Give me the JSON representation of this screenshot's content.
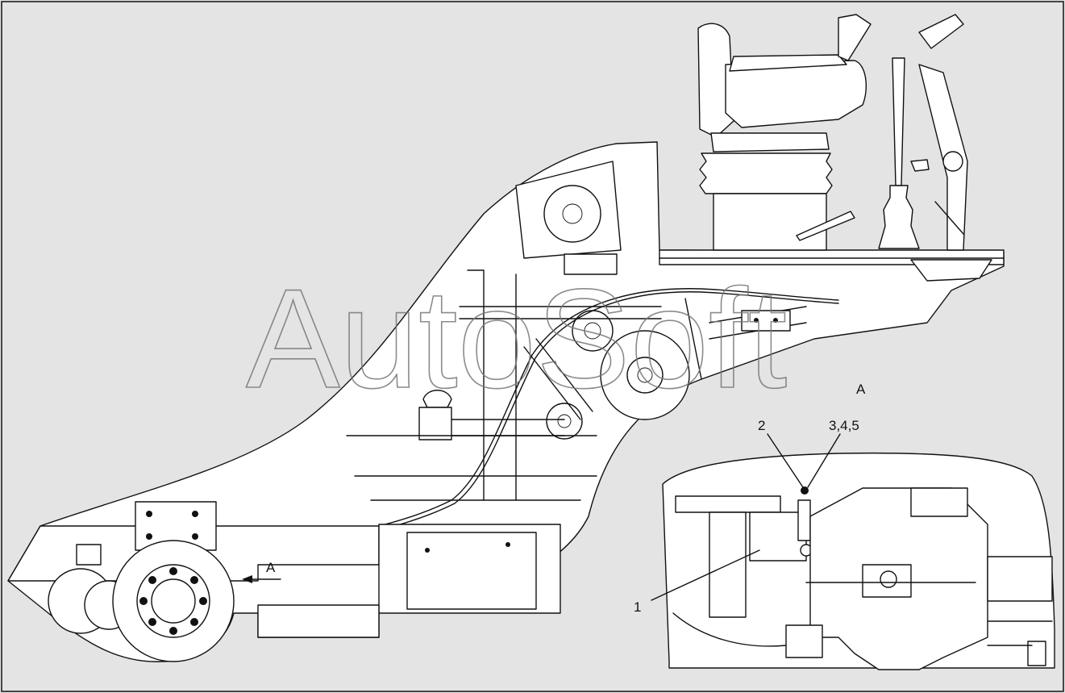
{
  "labels": {
    "view_label": "A",
    "arrow_label": "A",
    "callout_1": "1",
    "callout_2": "2",
    "callout_345": "3,4,5"
  },
  "watermark": "AutoSoft",
  "colors": {
    "background": "#e4e4e4",
    "line": "#111111",
    "fill": "#ffffff",
    "watermark": "#777777"
  }
}
